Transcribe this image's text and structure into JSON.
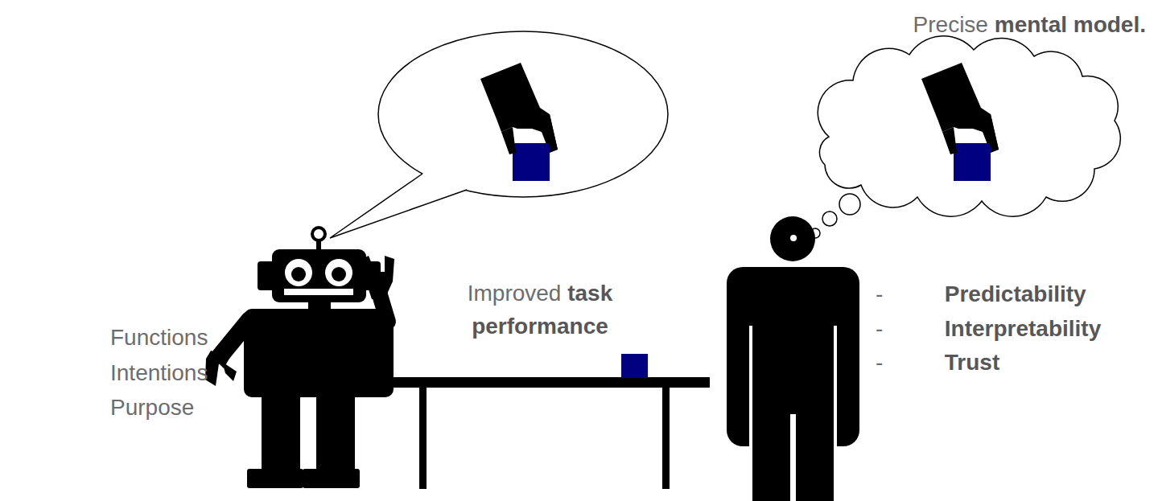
{
  "diagram": {
    "labels": [
      "Precise mental model.",
      "Improved task performance",
      "Functions",
      "Intentions",
      "Purpose",
      "- Predictability",
      "- Interpretability",
      "- Trust"
    ]
  }
}
